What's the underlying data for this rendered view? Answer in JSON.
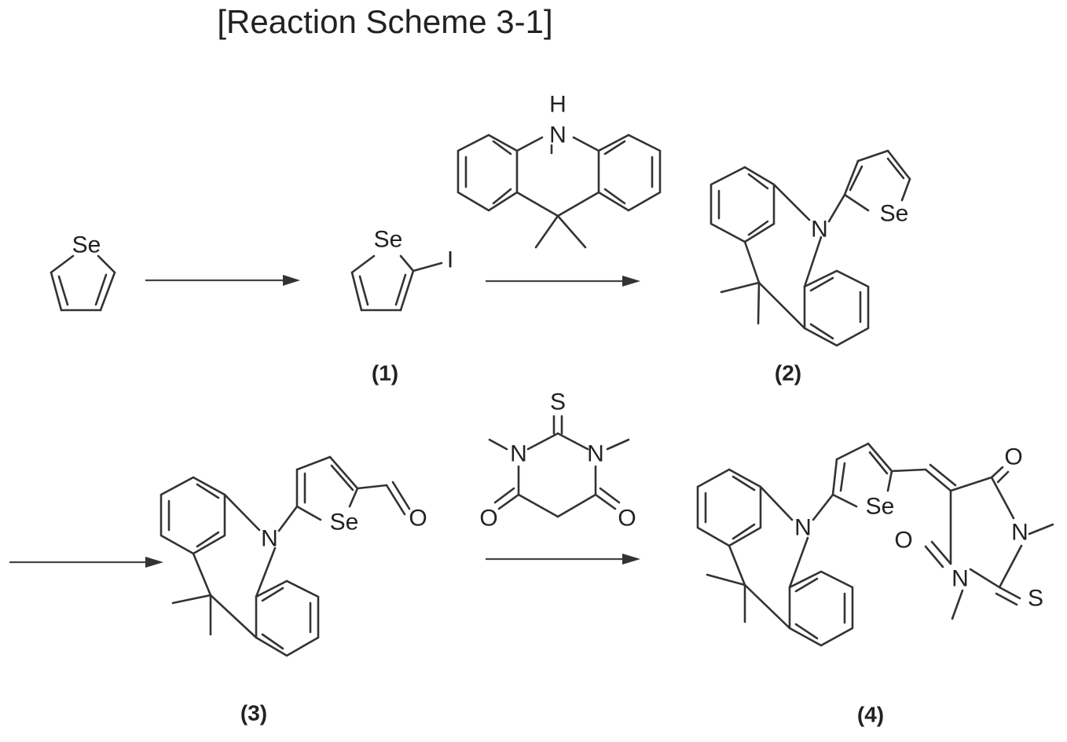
{
  "title": "[Reaction Scheme 3-1]",
  "atoms": {
    "se": "Se",
    "iodine": "I",
    "nitrogen": "N",
    "hydrogen": "H",
    "sulfur": "S",
    "oxygen": "O"
  },
  "compound_labels": [
    "(1)",
    "(2)",
    "(3)",
    "(4)"
  ]
}
